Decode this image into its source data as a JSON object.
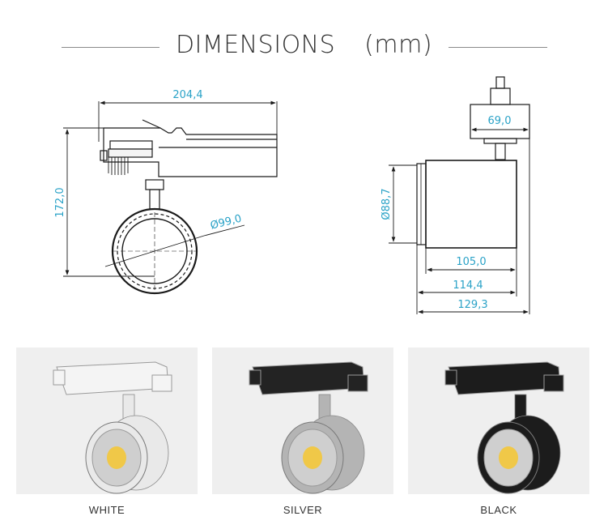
{
  "title": {
    "text": "DIMENSIONS",
    "unit": "(mm)"
  },
  "dimensions": {
    "width": "204,4",
    "height": "172,0",
    "diameter_front": "Ø99,0",
    "rail_width": "69,0",
    "diameter_side": "Ø88,7",
    "body_length": "105,0",
    "length_mid": "114,4",
    "length_total": "129,3"
  },
  "variants": [
    {
      "label": "WHITE",
      "body": "#e9e9e9",
      "adapter": "#f4f4f4",
      "cob": "#f0c848"
    },
    {
      "label": "SILVER",
      "body": "#b4b4b4",
      "adapter": "#232323",
      "cob": "#f0c848"
    },
    {
      "label": "BLACK",
      "body": "#1c1c1c",
      "adapter": "#1c1c1c",
      "cob": "#f0c848"
    }
  ],
  "colors": {
    "dimension": "#2aa2c7",
    "line": "#1a1a1a"
  }
}
